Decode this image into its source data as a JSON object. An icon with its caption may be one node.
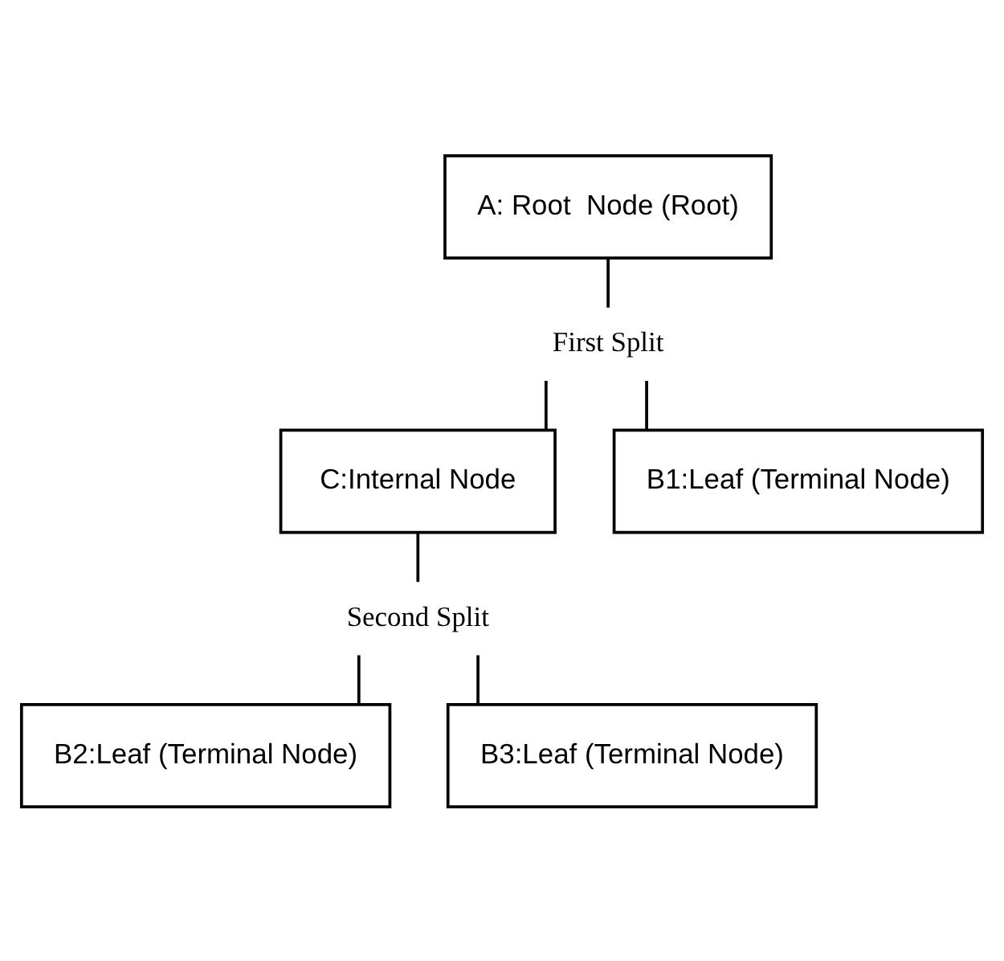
{
  "diagram": {
    "nodes": [
      {
        "text": [
          "A: Root  Node (Root)"
        ]
      },
      {
        "text": [
          "First Split"
        ]
      },
      {
        "text": [
          "C:Internal Node"
        ]
      },
      {
        "text": [
          "B1:Leaf (Terminal Node)"
        ]
      },
      {
        "text": [
          "Second Split"
        ]
      },
      {
        "text": [
          "B2:Leaf (Terminal Node)"
        ]
      },
      {
        "text": [
          "B3:Leaf (Terminal Node)"
        ]
      }
    ],
    "edges": [
      {
        "from": 0,
        "to": 1,
        "arrow": "none"
      },
      {
        "from": 1,
        "to": 2,
        "arrow": "none"
      },
      {
        "from": 1,
        "to": 3,
        "arrow": "none"
      },
      {
        "from": 2,
        "to": 4,
        "arrow": "none"
      },
      {
        "from": 4,
        "to": 5,
        "arrow": "none"
      },
      {
        "from": 4,
        "to": 6,
        "arrow": "none"
      }
    ]
  }
}
